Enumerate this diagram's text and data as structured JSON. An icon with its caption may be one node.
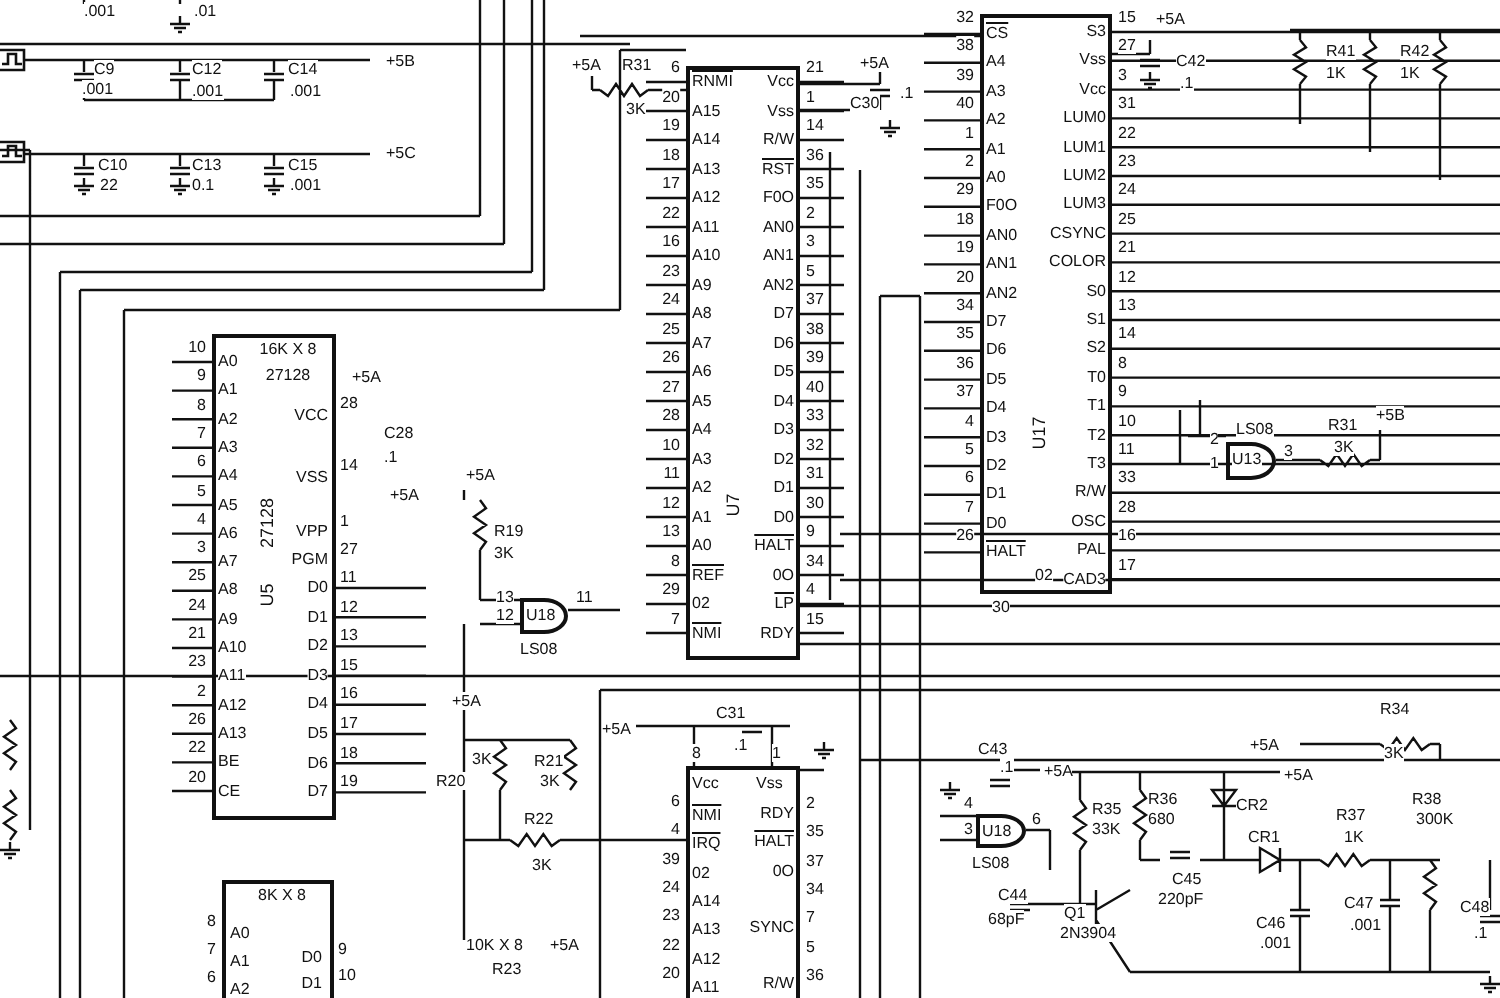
{
  "diagram": {
    "nodes": [
      {
        "text": [
          "U7",
          "RNMI",
          "A15",
          "A14",
          "A13",
          "A12",
          "A11",
          "A10",
          "A9",
          "A8",
          "A7",
          "A6",
          "A5",
          "A4",
          "A3",
          "A2",
          "A1",
          "A0",
          "REF",
          "02",
          "NMI",
          "Vcc",
          "Vss",
          "R/W",
          "RST",
          "F0O",
          "AN0",
          "AN1",
          "AN2",
          "D7",
          "D6",
          "D5",
          "D4",
          "D3",
          "D2",
          "D1",
          "D0",
          "HALT",
          "0O",
          "LP",
          "RDY"
        ],
        "beside": [
          "6",
          "20",
          "19",
          "18",
          "17",
          "22",
          "16",
          "23",
          "24",
          "25",
          "26",
          "27",
          "28",
          "10",
          "11",
          "12",
          "13",
          "8",
          "29",
          "7",
          "21",
          "1",
          "14",
          "36",
          "35",
          "2",
          "3",
          "5",
          "37",
          "38",
          "39",
          "40",
          "33",
          "32",
          "31",
          "30",
          "9",
          "34",
          "4",
          "15"
        ]
      },
      {
        "text": [
          "U17",
          "CS",
          "A4",
          "A3",
          "A2",
          "A1",
          "A0",
          "F0O",
          "AN0",
          "AN1",
          "AN2",
          "D7",
          "D6",
          "D5",
          "D4",
          "D3",
          "D2",
          "D1",
          "D0",
          "HALT",
          "02",
          "S3",
          "Vss",
          "Vcc",
          "LUM0",
          "LUM1",
          "LUM2",
          "LUM3",
          "CSYNC",
          "COLOR",
          "S0",
          "S1",
          "S2",
          "T0",
          "T1",
          "T2",
          "T3",
          "R/W",
          "OSC",
          "PAL",
          "CAD3"
        ],
        "beside": [
          "32",
          "38",
          "39",
          "40",
          "1",
          "2",
          "29",
          "18",
          "19",
          "20",
          "34",
          "35",
          "36",
          "37",
          "4",
          "5",
          "6",
          "7",
          "26",
          "30",
          "15",
          "27",
          "3",
          "31",
          "22",
          "23",
          "24",
          "25",
          "21",
          "12",
          "13",
          "14",
          "8",
          "9",
          "10",
          "11",
          "33",
          "28",
          "16",
          "17"
        ]
      },
      {
        "text": [
          "16K X 8",
          "27128",
          "U5",
          "27128",
          "A0",
          "A1",
          "A2",
          "A3",
          "A4",
          "A5",
          "A6",
          "A7",
          "A8",
          "A9",
          "A10",
          "A11",
          "A12",
          "A13",
          "BE",
          "CE",
          "VCC",
          "VSS",
          "VPP",
          "PGM",
          "D0",
          "D1",
          "D2",
          "D3",
          "D4",
          "D5",
          "D6",
          "D7"
        ],
        "beside": [
          "10",
          "9",
          "8",
          "7",
          "6",
          "5",
          "4",
          "3",
          "25",
          "24",
          "21",
          "23",
          "2",
          "26",
          "22",
          "20",
          "28",
          "14",
          "1",
          "27",
          "11",
          "12",
          "13",
          "15",
          "16",
          "17",
          "18",
          "19"
        ]
      },
      {
        "text": [
          "U18"
        ],
        "beside": [
          "LS08",
          "13",
          "12",
          "11"
        ]
      },
      {
        "text": [
          "U13"
        ],
        "beside": [
          "LS08",
          "2",
          "1",
          "3"
        ]
      },
      {
        "text": [
          "U18"
        ],
        "beside": [
          "LS08",
          "4",
          "3",
          "6"
        ]
      },
      {
        "text": [
          "Vcc",
          "Vss",
          "NMI",
          "IRQ",
          "02",
          "A14",
          "A13",
          "A12",
          "A11",
          "RDY",
          "HALT",
          "0O",
          "SYNC",
          "R/W"
        ],
        "beside": [
          "8",
          "1",
          "6",
          "4",
          "39",
          "24",
          "23",
          "22",
          "20",
          "2",
          "35",
          "37",
          "34",
          "7",
          "5",
          "36"
        ]
      },
      {
        "text": [
          "8K X 8",
          "A0",
          "A1",
          "A2",
          "D0",
          "D1"
        ],
        "beside": [
          "8",
          "7",
          "6",
          "9",
          "10"
        ]
      }
    ],
    "labels": [
      ".001",
      ".01",
      "C9",
      ".001",
      "C12",
      ".001",
      "C14",
      ".001",
      "+5B",
      "C10",
      "22",
      "C13",
      "0.1",
      "C15",
      ".001",
      "+5C",
      "+5A",
      "R31",
      "3K",
      "+5A",
      "C30",
      ".1",
      "+5A",
      "C42",
      ".1",
      "R41",
      "1K",
      "R42",
      "1K",
      "+5A",
      "C28",
      ".1",
      "+5A",
      "+5A",
      "R19",
      "3K",
      "R31",
      "3K",
      "+5B",
      "+5A",
      "R20",
      "3K",
      "R21",
      "3K",
      "R22",
      "3K",
      "+5A",
      "C31",
      ".1",
      "C43",
      ".1",
      "+5A",
      "+5A",
      "R34",
      "3K",
      "+5A",
      "R35",
      "33K",
      "R36",
      "680",
      "CR2",
      "CR1",
      "R37",
      "1K",
      "R38",
      "300K",
      "C44",
      "68pF",
      "C45",
      "220pF",
      "Q1",
      "2N3904",
      "C46",
      ".001",
      "C47",
      ".001",
      "C48",
      ".1",
      "10K X 8",
      "R23",
      "+5A"
    ]
  }
}
